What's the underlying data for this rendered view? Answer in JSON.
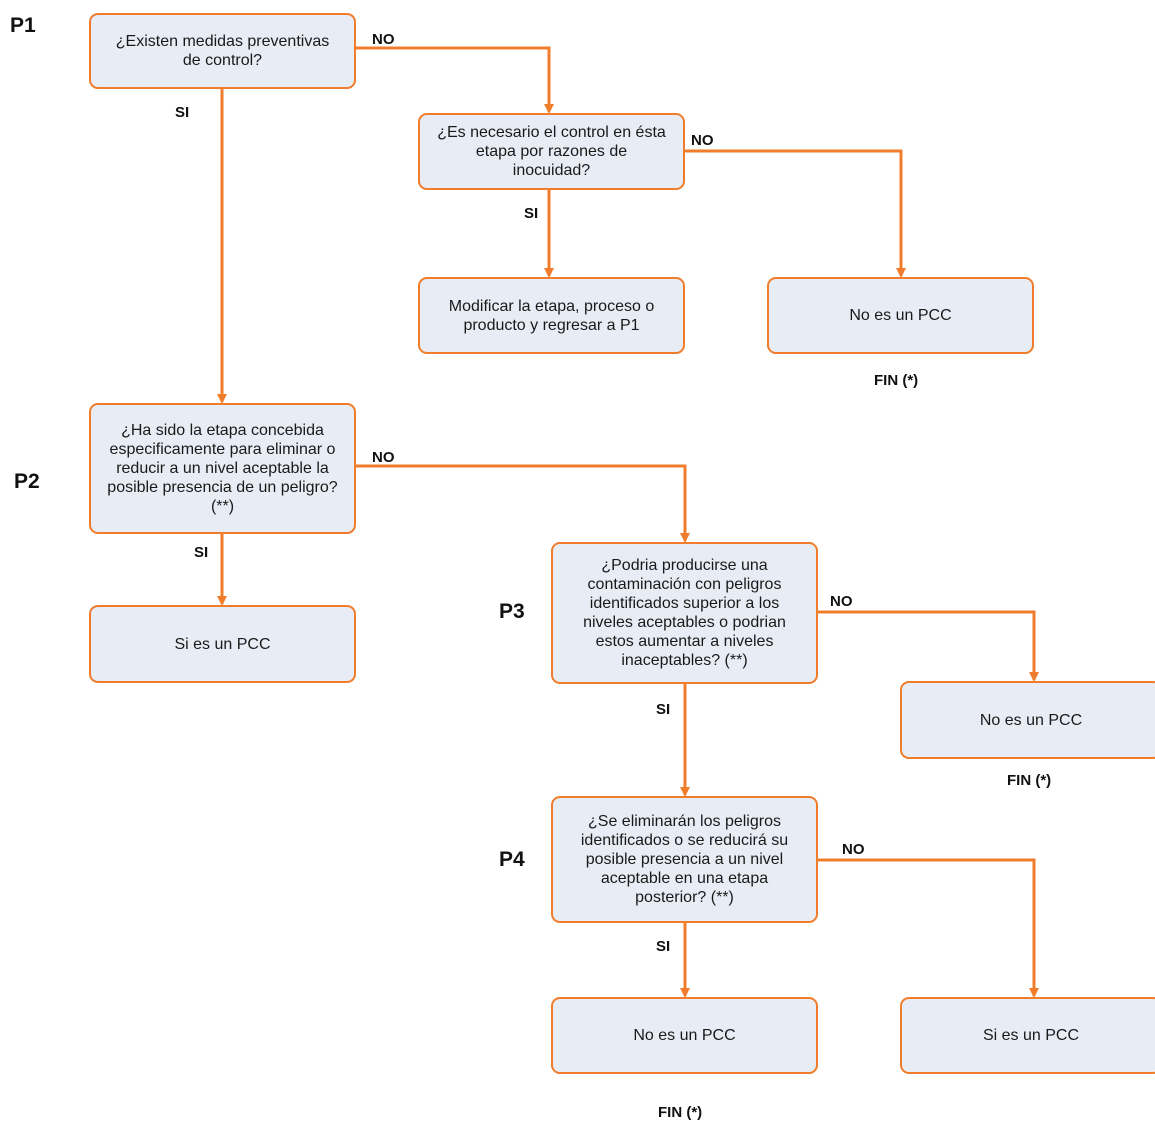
{
  "questions": {
    "p1": {
      "label": "P1",
      "text": "¿Existen medidas preventivas\nde control?"
    },
    "p1b": {
      "text": "¿Es necesario el control en ésta\netapa por razones de\ninocuidad?"
    },
    "modify": {
      "text": "Modificar la etapa, proceso o\nproducto y regresar a P1"
    },
    "p2": {
      "label": "P2",
      "text": "¿Ha sido la etapa concebida\nespecificamente para eliminar o\nreducir a un nivel aceptable la\nposible presencia de un peligro?\n(**)"
    },
    "p3": {
      "label": "P3",
      "text": "¿Podria producirse una\ncontaminación con peligros\nidentificados superior a los\nniveles aceptables o podrian\nestos aumentar a niveles\ninaceptables? (**)"
    },
    "p4": {
      "label": "P4",
      "text": "¿Se eliminarán los peligros\nidentificados o se reducirá su\nposible presencia a un nivel\naceptable en una etapa\nposterior? (**)"
    }
  },
  "results": {
    "no_pcc_1": "No es un PCC",
    "si_pcc_1": "Si es un PCC",
    "no_pcc_2": "No es un PCC",
    "no_pcc_3": "No es un PCC",
    "si_pcc_2": "Si es un PCC"
  },
  "branch_labels": {
    "yes": "SI",
    "no": "NO",
    "end": "FIN (*)"
  },
  "colors": {
    "arrow": "#f07d2c",
    "box_border": "#f07d2c",
    "box_fill": "#e8ecf4"
  }
}
